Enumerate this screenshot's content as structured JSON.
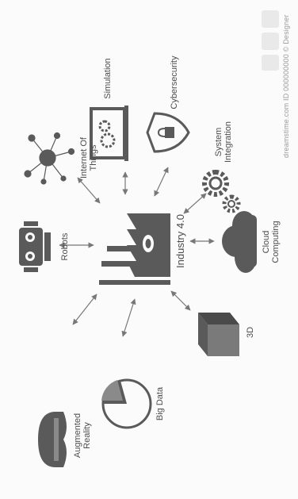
{
  "center": {
    "label": "Industry 4.0"
  },
  "nodes": [
    {
      "id": "augmented-reality",
      "label": "Augmented Reality"
    },
    {
      "id": "robots",
      "label": "Robots"
    },
    {
      "id": "internet-of-things",
      "label": "Internet Of Things"
    },
    {
      "id": "simulation",
      "label": "Simulation"
    },
    {
      "id": "cybersecurity",
      "label": "Cybersecurity"
    },
    {
      "id": "system-integration",
      "label": "System Integration"
    },
    {
      "id": "cloud-computing",
      "label": "Cloud Computing"
    },
    {
      "id": "3d",
      "label": "3D"
    },
    {
      "id": "big-data",
      "label": "Big Data"
    }
  ],
  "watermark": "dreamstime.com ID 000000000 © Designer",
  "colors": {
    "icon": "#5a5a5a",
    "arrow": "#777777",
    "bg": "#fbfbfb"
  }
}
